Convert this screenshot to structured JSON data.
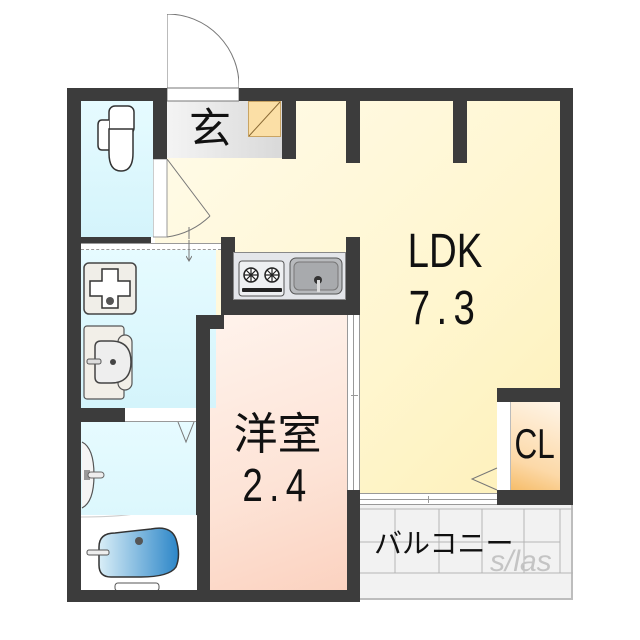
{
  "floorplan": {
    "rooms": {
      "genkan": {
        "label": "玄",
        "name": "Entrance"
      },
      "ldk": {
        "label_line1": "LDK",
        "label_line2": "7.3",
        "name": "Living Dining Kitchen",
        "area_jo": 7.3
      },
      "yoshitsu": {
        "label_line1": "洋室",
        "label_line2": "2.4",
        "name": "Western-style room",
        "area_jo": 2.4
      },
      "closet": {
        "label": "CL",
        "name": "Closet"
      },
      "balcony": {
        "label": "バルコニー",
        "name": "Balcony"
      },
      "toilet": {
        "name": "Toilet"
      },
      "washroom": {
        "name": "Washroom"
      },
      "bathroom": {
        "name": "Bathroom"
      }
    },
    "fixtures": [
      "toilet-icon",
      "washing-machine-pan-icon",
      "wash-basin-icon",
      "shower-icon",
      "bathtub-icon",
      "stove-icon",
      "kitchen-sink-icon",
      "shoe-cabinet"
    ],
    "watermark": "s/las",
    "colors": {
      "wall": "#3c3c3c",
      "ldk": "#fff6cf",
      "yoshitsu": "#fde3d6",
      "wet_area": "#d4f4fb",
      "genkan": "#d9d9d9",
      "closet": "#fcd9a8",
      "shoe_cabinet": "#fbdfa6",
      "balcony": "#f2f2f2"
    }
  }
}
